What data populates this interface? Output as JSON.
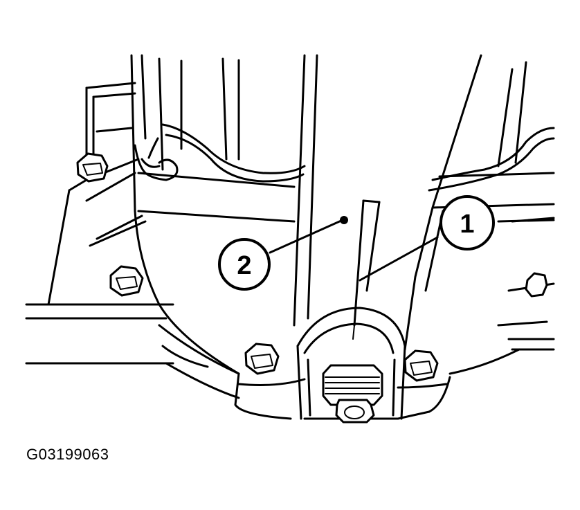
{
  "figure_id": "G03199063",
  "callouts": [
    {
      "label": "1"
    },
    {
      "label": "2"
    }
  ],
  "colors": {
    "line": "#000000",
    "background": "#ffffff"
  }
}
